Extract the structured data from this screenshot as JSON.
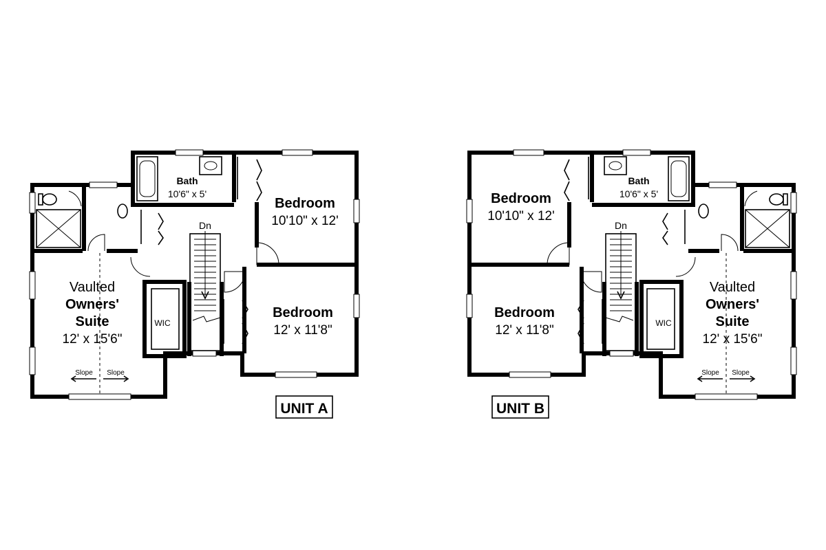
{
  "units": [
    {
      "title": "UNIT A",
      "bath": {
        "label": "Bath",
        "dims": "10'6\" x 5'"
      },
      "bedroom_top": {
        "label": "Bedroom",
        "dims": "10'10\" x 12'"
      },
      "bedroom_bottom": {
        "label": "Bedroom",
        "dims": "12' x 11'8\""
      },
      "suite": {
        "line1": "Vaulted",
        "line2": "Owners'",
        "line3": "Suite",
        "dims": "12' x 15'6\""
      },
      "wic": "WIC",
      "stair": "Dn",
      "slope_left": "Slope",
      "slope_right": "Slope"
    },
    {
      "title": "UNIT B",
      "bath": {
        "label": "Bath",
        "dims": "10'6\" x 5'"
      },
      "bedroom_top": {
        "label": "Bedroom",
        "dims": "10'10\" x 12'"
      },
      "bedroom_bottom": {
        "label": "Bedroom",
        "dims": "12' x 11'8\""
      },
      "suite": {
        "line1": "Vaulted",
        "line2": "Owners'",
        "line3": "Suite",
        "dims": "12' x 15'6\""
      },
      "wic": "WIC",
      "stair": "Dn",
      "slope_left": "Slope",
      "slope_right": "Slope"
    }
  ]
}
